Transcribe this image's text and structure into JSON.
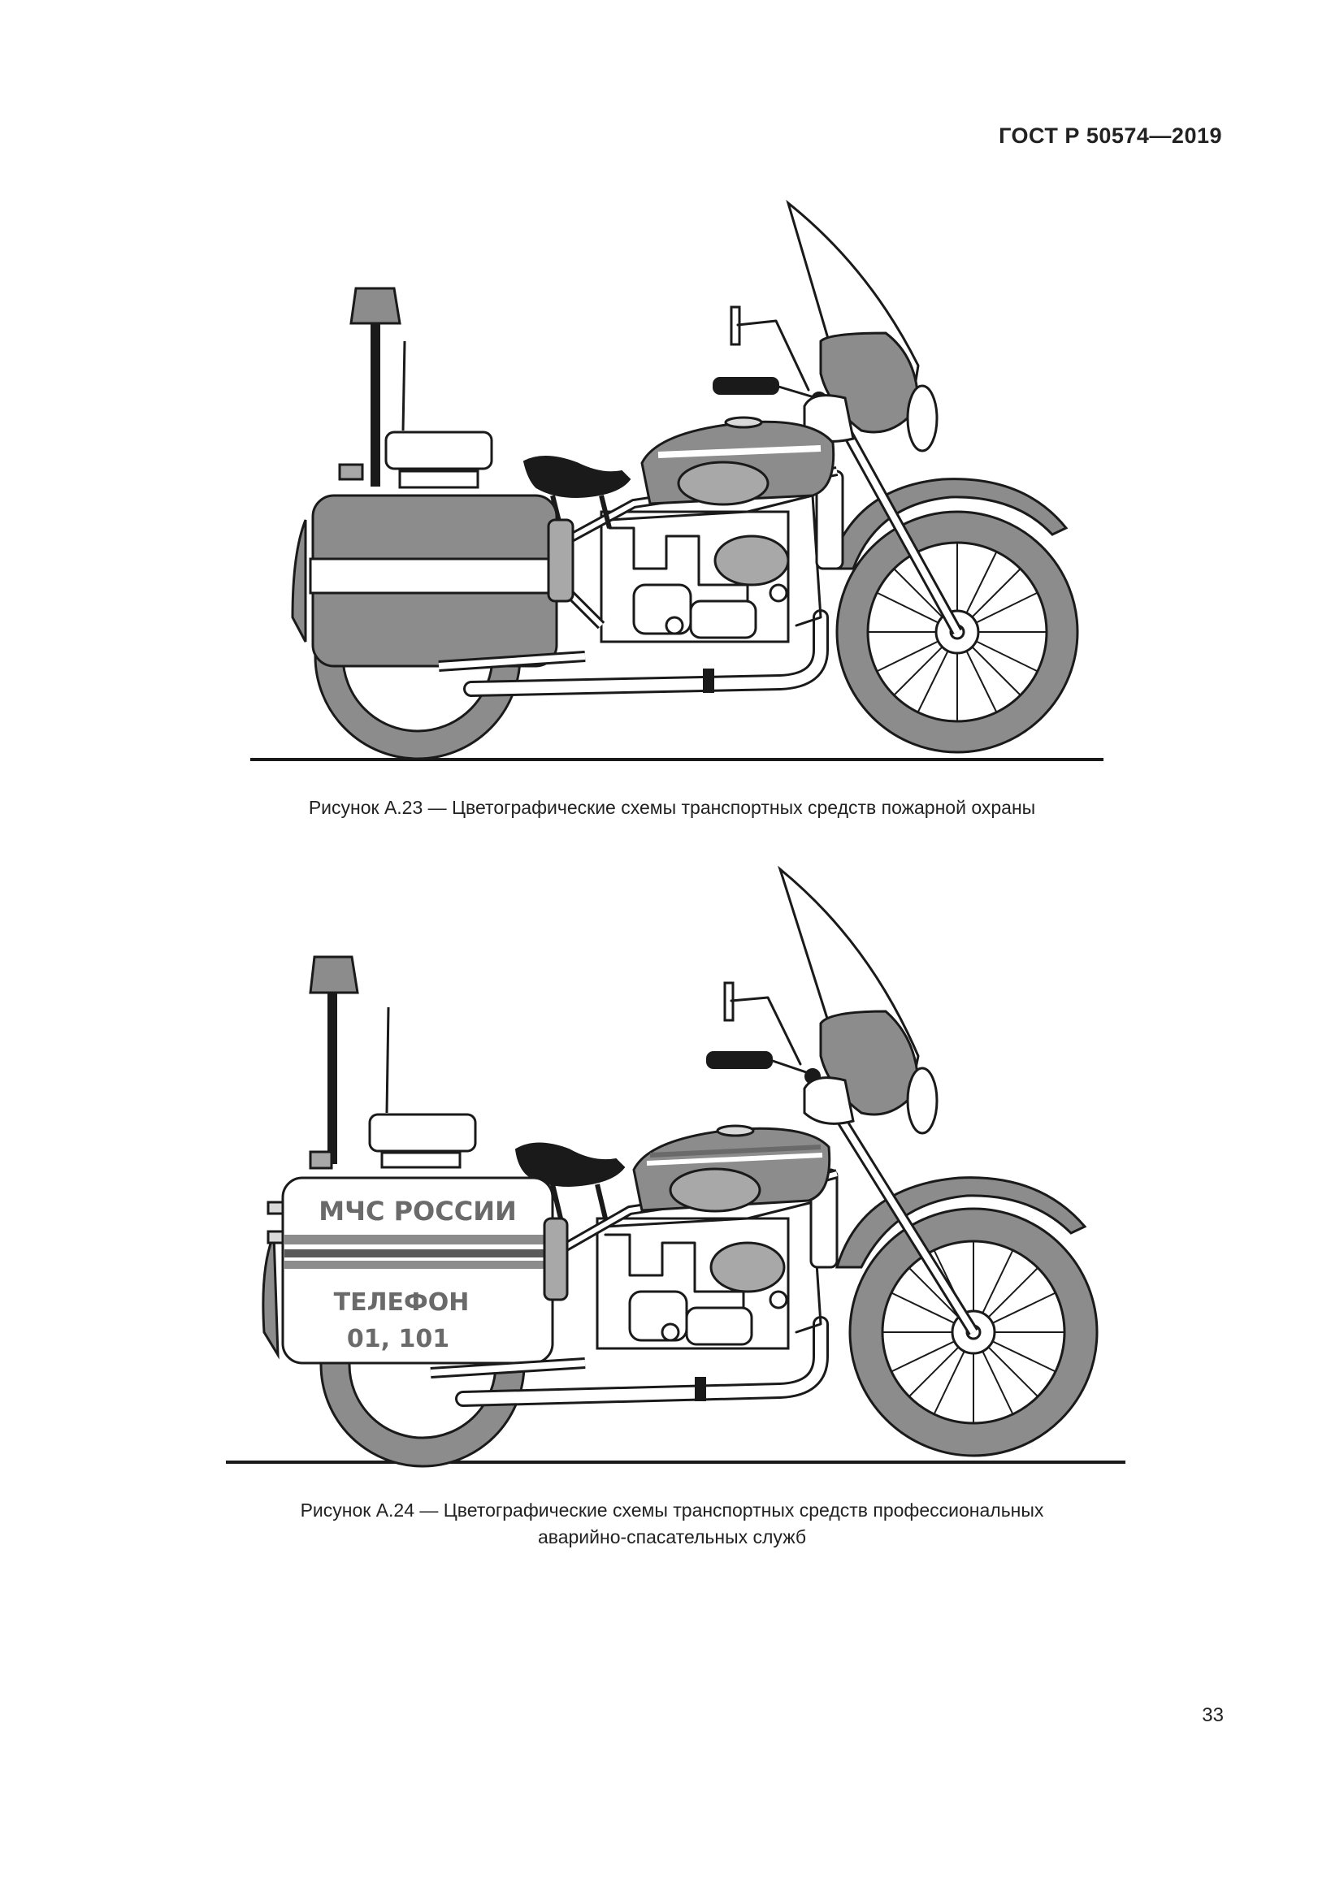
{
  "header": {
    "standard_code": "ГОСТ Р 50574—2019"
  },
  "figures": [
    {
      "caption_lines": [
        "Рисунок А.23 — Цветографические схемы транспортных средств пожарной охраны"
      ]
    },
    {
      "caption_lines": [
        "Рисунок А.24 — Цветографические схемы транспортных средств профессиональных",
        "аварийно-спасательных служб"
      ],
      "box_text": {
        "line1": "МЧС РОССИИ",
        "line2": "ТЕЛЕФОН",
        "line3": "01, 101"
      }
    }
  ],
  "footer": {
    "page_number": "33"
  }
}
